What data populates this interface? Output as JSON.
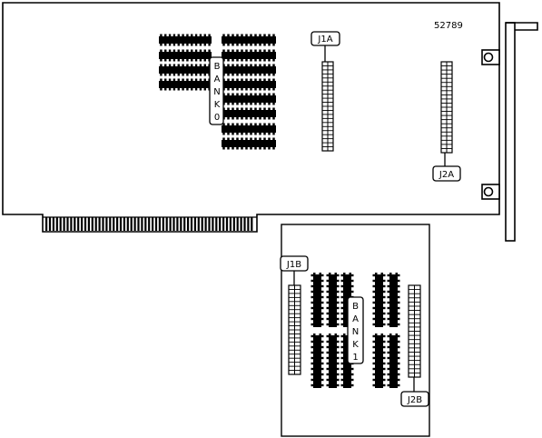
{
  "board_number": "52789",
  "labels": {
    "j1a": "J1A",
    "j2a": "J2A",
    "j1b": "J1B",
    "j2b": "J2B"
  },
  "bank0_letters": [
    "B",
    "A",
    "N",
    "K",
    "0"
  ],
  "bank1_letters": [
    "B",
    "A",
    "N",
    "K",
    "1"
  ],
  "colors": {
    "ink": "#000000",
    "paper": "#ffffff"
  }
}
